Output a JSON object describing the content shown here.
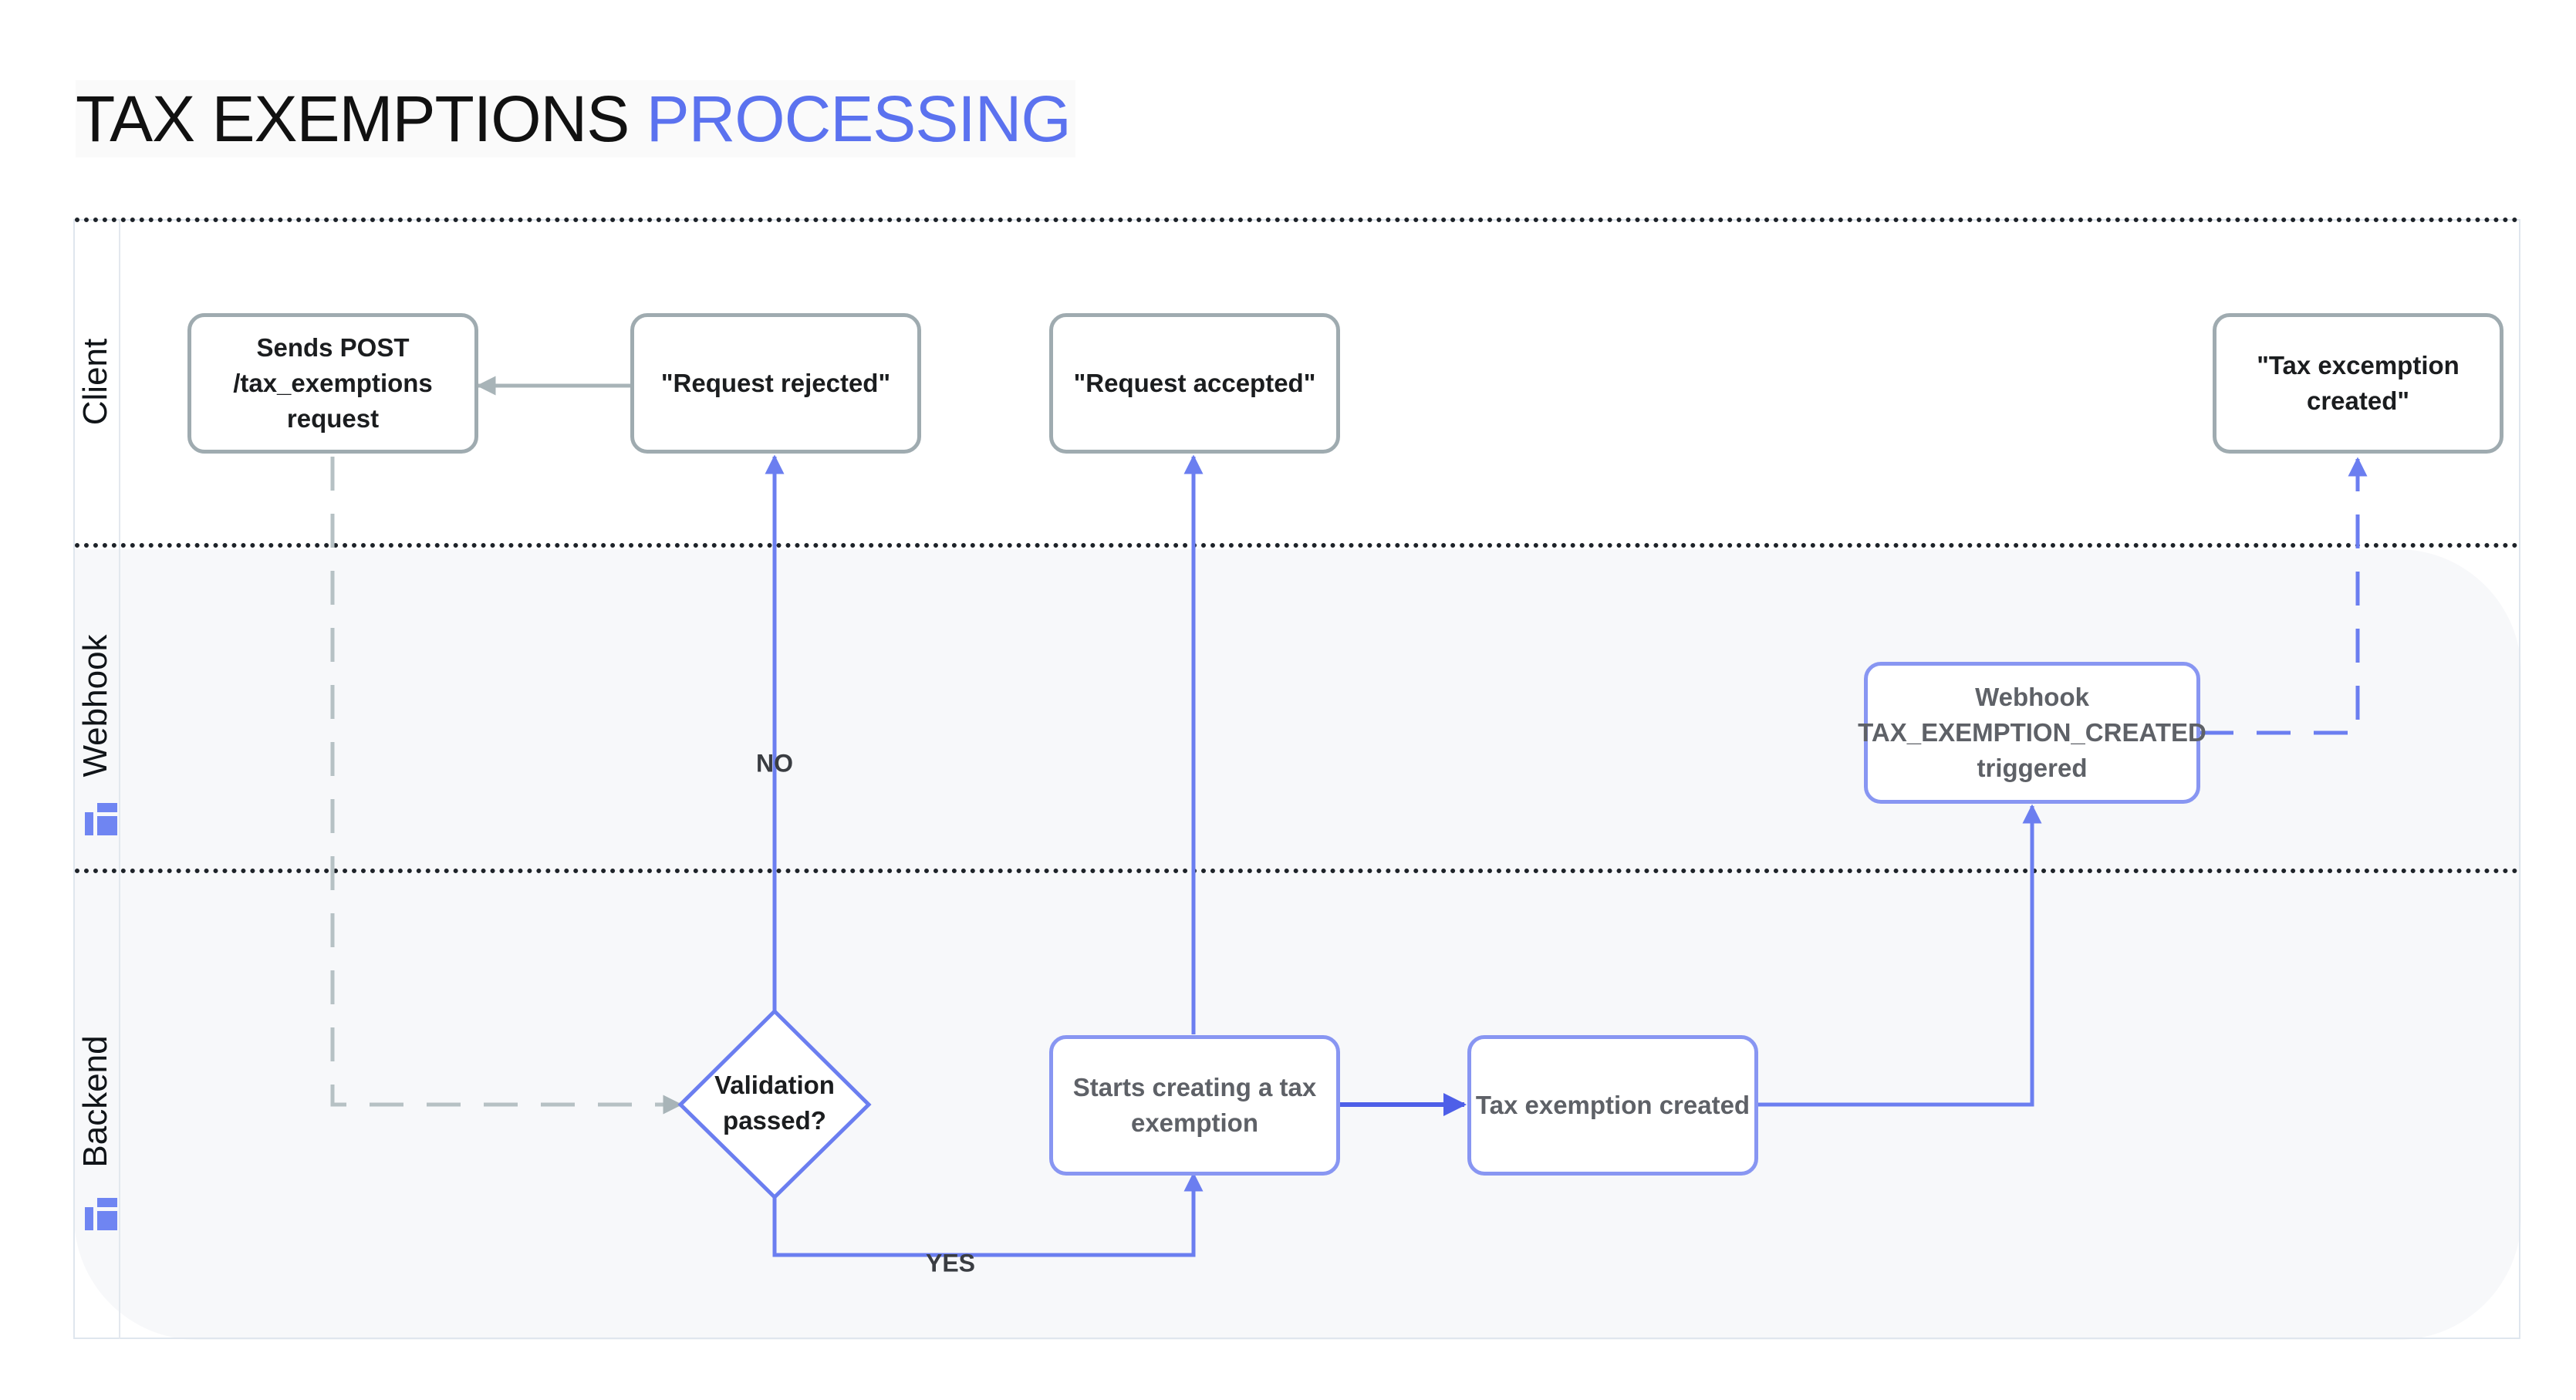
{
  "title": {
    "part1": "TAX EXEMPTIONS",
    "part2": "PROCESSING"
  },
  "lanes": [
    {
      "label": "Client",
      "icon": null
    },
    {
      "label": "Webhook",
      "icon": "lane-stack-icon"
    },
    {
      "label": "Backend",
      "icon": "lane-stack-icon"
    }
  ],
  "nodes": {
    "sends_post": {
      "lines": [
        "Sends POST",
        "/tax_exemptions",
        "request"
      ]
    },
    "request_rejected": {
      "lines": [
        "\"Request rejected\""
      ]
    },
    "request_accepted": {
      "lines": [
        "\"Request accepted\""
      ]
    },
    "tax_exception_created_client": {
      "lines": [
        "\"Tax excemption",
        "created\""
      ]
    },
    "webhook_triggered": {
      "lines": [
        "Webhook",
        "TAX_EXEMPTION_CREATED",
        "triggered"
      ]
    },
    "validation": {
      "lines": [
        "Validation",
        "passed?"
      ]
    },
    "starts_creating": {
      "lines": [
        "Starts creating a tax",
        "exemption"
      ]
    },
    "tax_exemption_created": {
      "lines": [
        "Tax exemption created"
      ]
    }
  },
  "edge_labels": {
    "no": "NO",
    "yes": "YES"
  },
  "colors": {
    "accent": "#5b72ef",
    "blue_edge": "#6b7ef0",
    "grey_edge": "#a8b4b8",
    "dotted_rule": "#1e2329"
  }
}
